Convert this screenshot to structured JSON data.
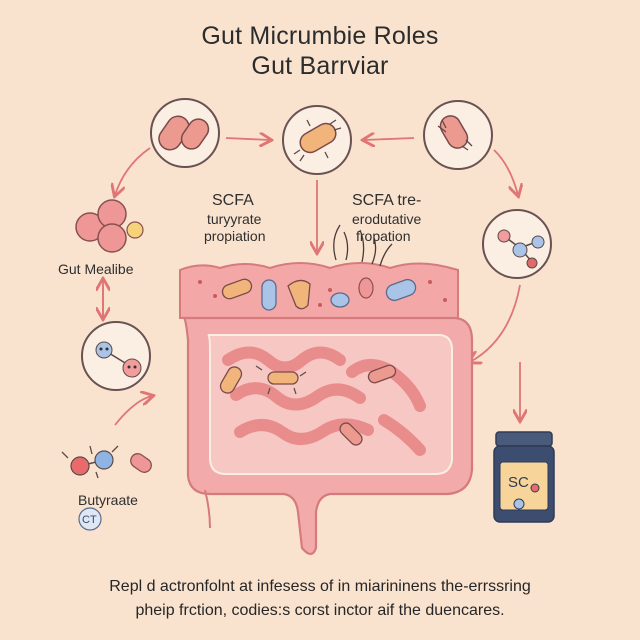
{
  "title_line1": "Gut Micrumbie Roles",
  "title_line2": "Gut Barrviar",
  "labels": {
    "scfa_left_1": "SCFA",
    "scfa_left_2": "turyyrate",
    "scfa_left_3": "propiation",
    "scfa_right_1": "SCFA tre-",
    "scfa_right_2": "erodutative",
    "scfa_right_3": "fropation",
    "gut_metabolite": "Gut Mealibe",
    "butyrate": "Butyraate",
    "ct_badge": "CT",
    "bottle_label": "SC"
  },
  "footer_line1": "Repl d actronfolnt at infesess of in miarininens the-errssring",
  "footer_line2": "pheip frction, codies:s corst inctor aif the duencares.",
  "colors": {
    "background": "#f9e3cf",
    "intestine": "#f0a0a0",
    "intestine_outline": "#d67b7b",
    "arrow": "#e07575",
    "circle_outline": "#6a5252"
  }
}
